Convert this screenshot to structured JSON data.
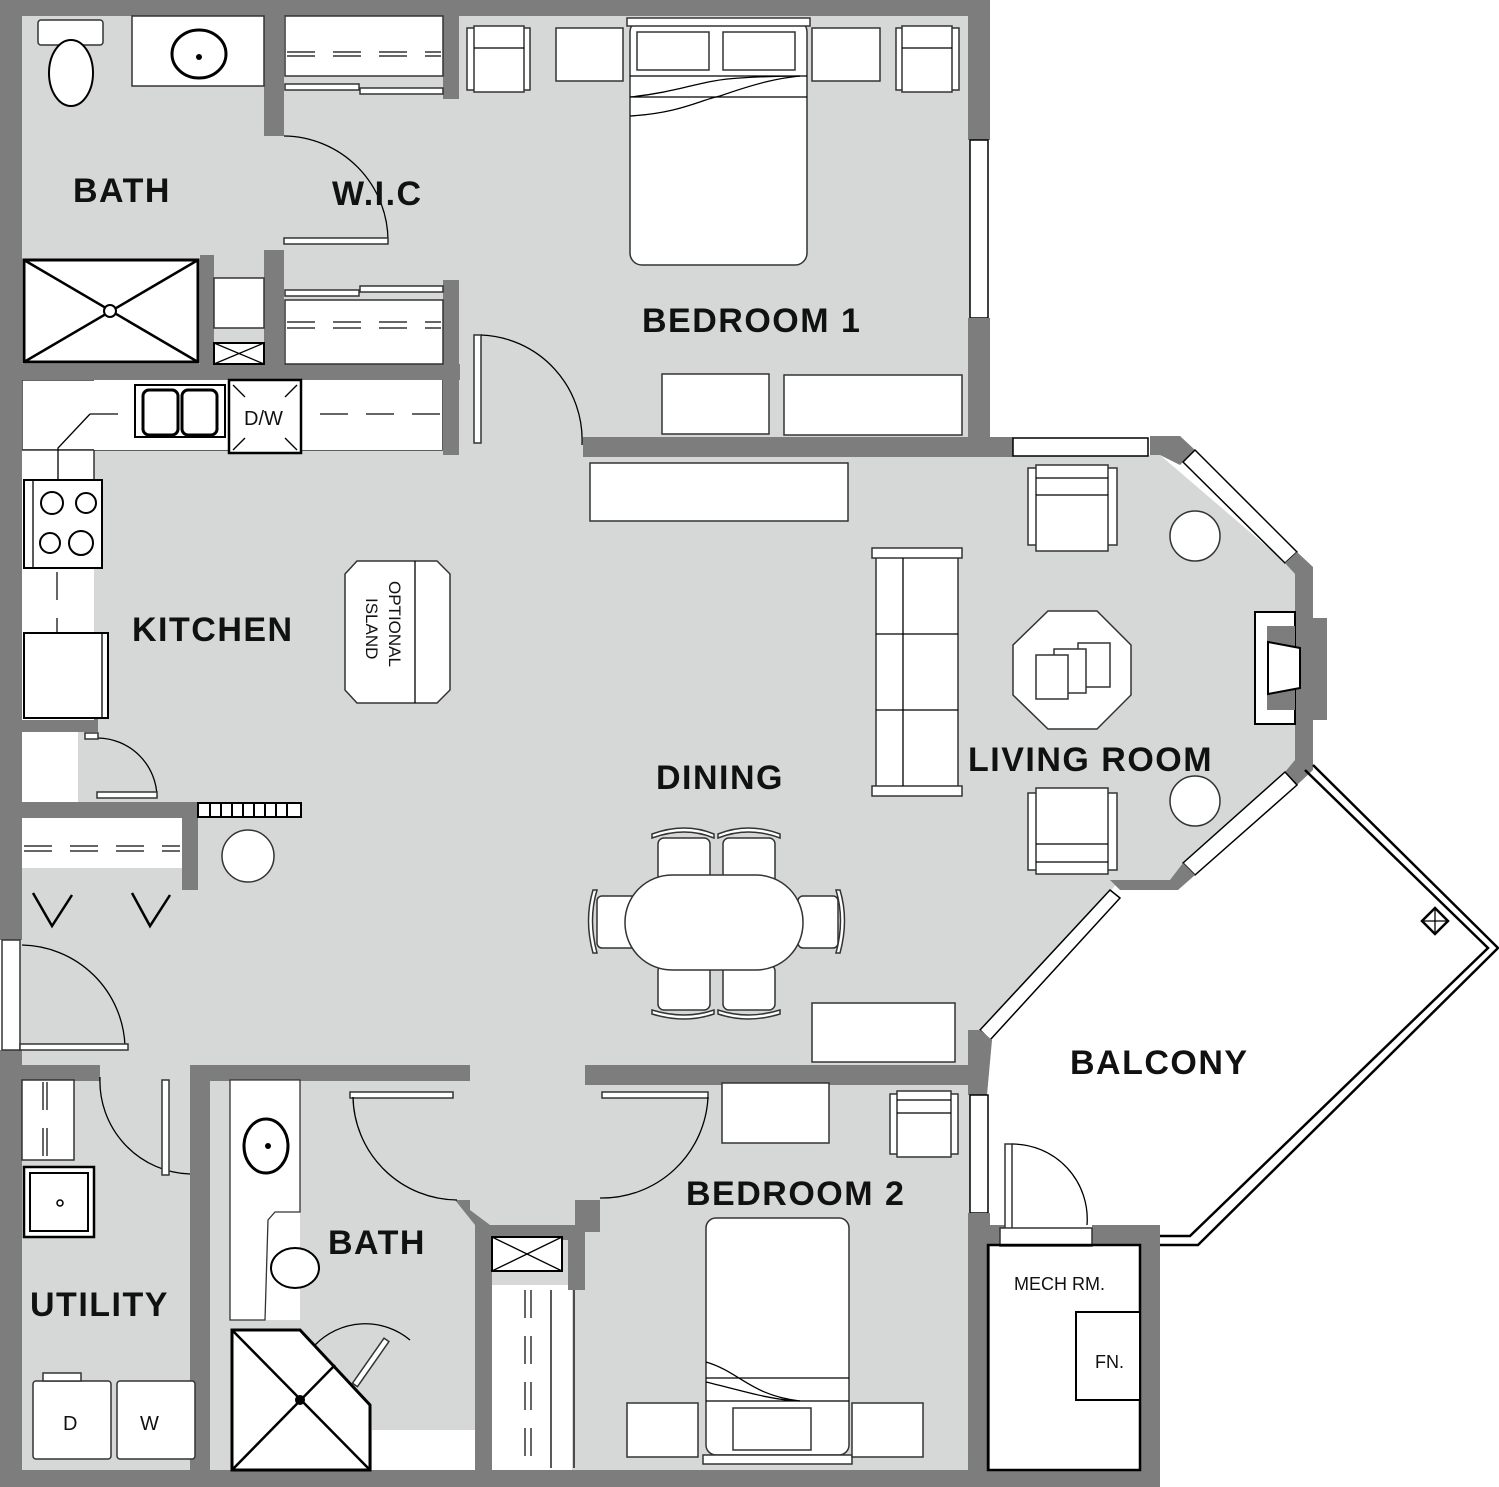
{
  "plan": {
    "colors": {
      "floor": "#d6d8d7",
      "wall": "#7d7d7d",
      "outline": "#000000",
      "fixture": "#ffffff"
    },
    "rooms": {
      "bath_master": "BATH",
      "wic": "W.I.C",
      "bedroom1": "BEDROOM 1",
      "kitchen": "KITCHEN",
      "dining": "DINING",
      "living": "LIVING ROOM",
      "balcony": "BALCONY",
      "bedroom2": "BEDROOM 2",
      "bath2": "BATH",
      "utility": "UTILITY",
      "mech": "MECH RM."
    },
    "fixtures": {
      "dishwasher": "D/W",
      "island_line1": "OPTIONAL",
      "island_line2": "ISLAND",
      "dryer": "D",
      "washer": "W",
      "furnace": "FN."
    }
  }
}
